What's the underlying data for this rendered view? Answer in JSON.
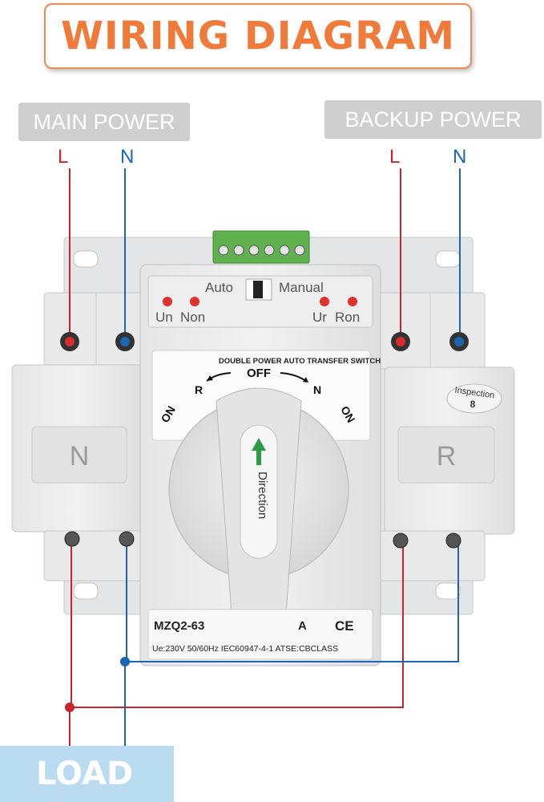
{
  "title": "WIRING DIAGRAM",
  "main_power": {
    "label": "MAIN POWER",
    "l": "L",
    "n": "N"
  },
  "backup_power": {
    "label": "BACKUP POWER",
    "l": "L",
    "n": "N"
  },
  "load": "LOAD",
  "device": {
    "mode_auto": "Auto",
    "mode_manual": "Manual",
    "indicator_un": "Un",
    "indicator_non": "Non",
    "indicator_ur": "Ur",
    "indicator_ron": "Ron",
    "switch_title": "DOUBLE POWER AUTO TRANSFER SWITCH",
    "pos_off": "OFF",
    "pos_r": "R",
    "pos_n": "N",
    "pos_on_left": "ON",
    "pos_on_right": "ON",
    "handle_text": "Direction",
    "side_left": "N",
    "side_right": "R",
    "sticker_text": "Inspection",
    "sticker_num": "8",
    "model": "MZQ2-63",
    "model_suffix": "A",
    "ce": "CE",
    "spec": "Ue:230V  50/60Hz  IEC60947-4-1  ATSE:CBCLASS"
  },
  "colors": {
    "title": "#ef7a3a",
    "live_wire": "#c8262c",
    "neutral_wire": "#1b66b1",
    "pill": "#cfcfcf",
    "load_box": "#b9dcf1",
    "terminal_block": "#5fb14e"
  }
}
